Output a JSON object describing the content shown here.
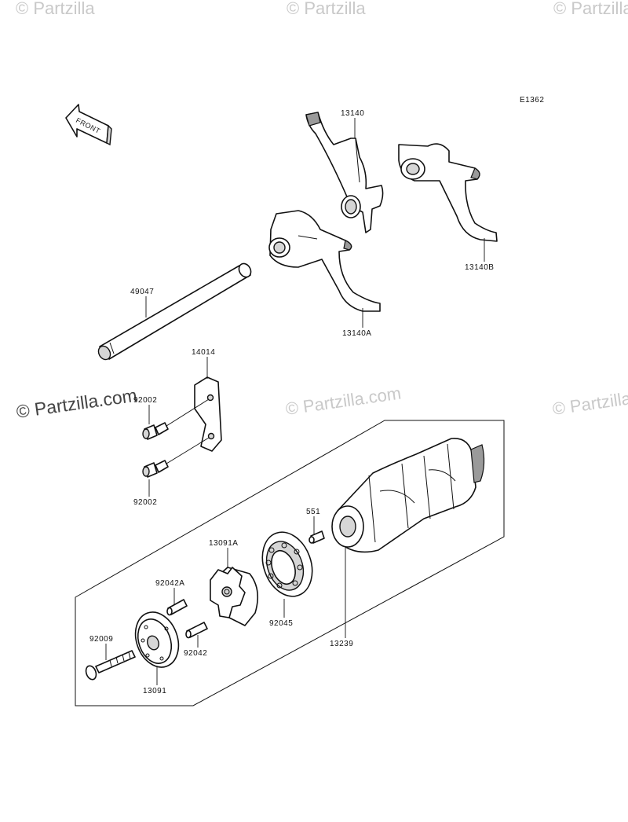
{
  "diagram": {
    "code": "E1362",
    "front_label": "FRONT",
    "watermark": "© Partzilla.com",
    "watermark_short": "© Partzilla"
  },
  "parts": {
    "shift_fork_13140": "13140",
    "shift_fork_13140B": "13140B",
    "shift_fork_13140A": "13140A",
    "shaft_49047": "49047",
    "plate_14014": "14014",
    "bolt_92002_top": "92002",
    "bolt_92002_bottom": "92002",
    "pin_551": "551",
    "holder_13091A": "13091A",
    "pin_92042A": "92042A",
    "bearing_92045": "92045",
    "drum_13239": "13239",
    "screw_92009": "92009",
    "pin_92042": "92042",
    "plate_13091": "13091"
  }
}
